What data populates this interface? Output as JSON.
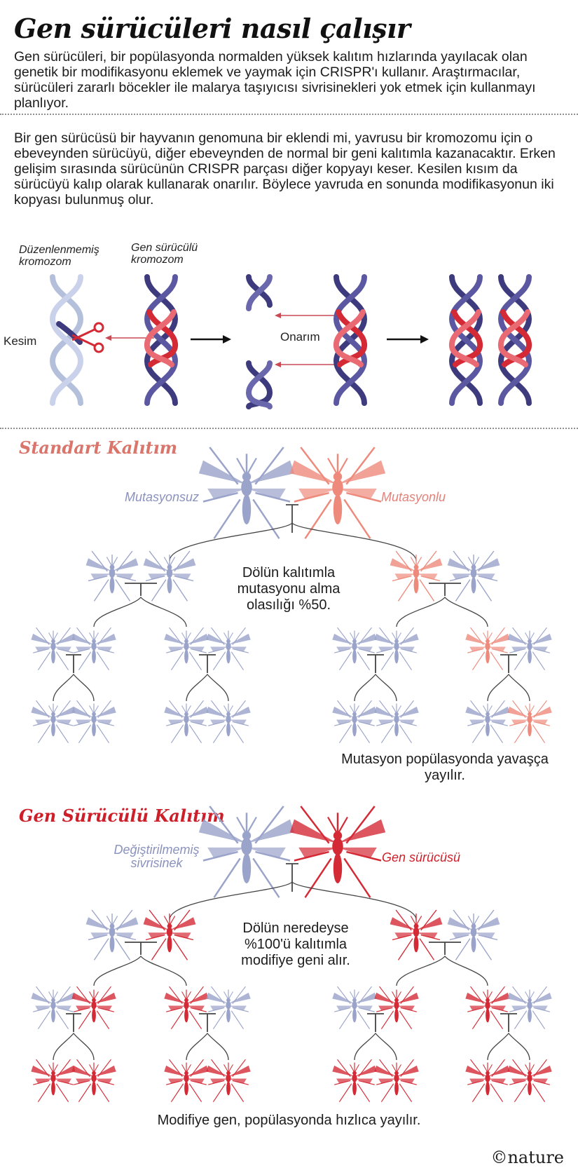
{
  "header": {
    "title": "Gen sürücüleri nasıl çalışır",
    "intro": "Gen sürücüleri, bir popülasyonda normalden yüksek kalıtım hızlarında yayılacak olan genetik bir modifikasyonu eklemek ve yaymak için CRISPR'ı kullanır. Araştırmacılar, sürücüleri zararlı böcekler ile malarya taşıyıcısı sivrisinekleri yok etmek için kullanmayı planlıyor."
  },
  "mechanism": {
    "text": "Bir gen sürücüsü bir hayvanın genomuna bir eklendi mi, yavrusu bir kromozomu için o ebeveynden sürücüyü, diğer ebeveynden de normal bir geni kalıtımla kazanacaktır. Erken gelişim sırasında sürücünün CRISPR parçası diğer kopyayı keser. Kesilen kısım da sürücüyü kalıp olarak kullanarak onarılır. Böylece yavruda en sonunda modifikasyonun iki kopyası bulunmuş olur.",
    "unedited_label": "Düzenlenmemiş kromozom",
    "drive_label": "Gen sürücülü kromozom",
    "cut_label": "Kesim",
    "repair_label": "Onarım"
  },
  "standard": {
    "heading": "Standart Kalıtım",
    "parent_left": "Mutasyonsuz",
    "parent_right": "Mutasyonlu",
    "note": "Dölün kalıtımla mutasyonu alma olasılığı %50.",
    "result": "Mutasyon popülasyonda yavaşça yayılır."
  },
  "gene_drive": {
    "heading": "Gen Sürücülü Kalıtım",
    "parent_left": "Değiştirilmemiş sivrisinek",
    "parent_right": "Gen sürücüsü",
    "note": "Dölün neredeyse %100'ü kalıtımla modifiye geni alır.",
    "result": "Modifiye gen, popülasyonda hızlıca yayılır."
  },
  "footer": {
    "credit": "©nature"
  },
  "colors": {
    "unmodified": "#9aa3c9",
    "mutated_light": "#ee8a7c",
    "drive_red": "#d42a36",
    "helix_navy": "#3e3a7e",
    "helix_light": "#b4bfdc",
    "line": "#444444"
  }
}
